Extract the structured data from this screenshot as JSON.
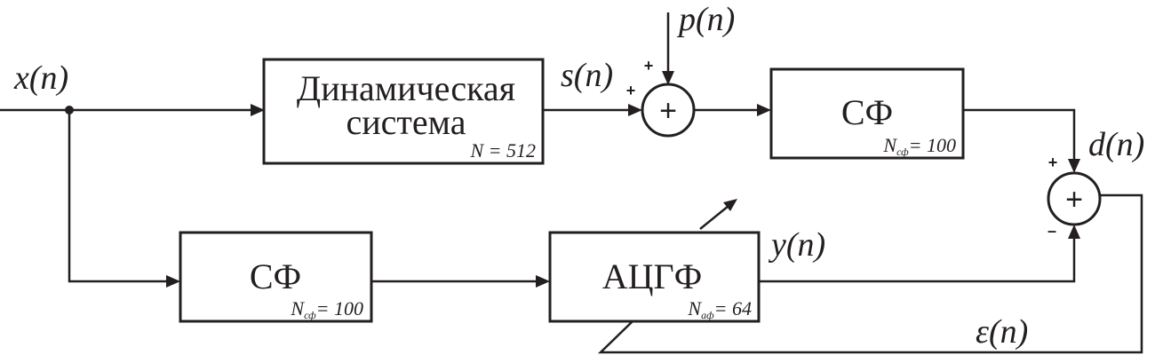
{
  "blocks": {
    "dynamic_system": {
      "line1": "Динамическая",
      "line2": "система",
      "param": "N = 512"
    },
    "sf_top": {
      "label": "СФ",
      "param_sym": "N",
      "param_sub": "сф",
      "param_val": "= 100"
    },
    "sf_bottom": {
      "label": "СФ",
      "param_sym": "N",
      "param_sub": "сф",
      "param_val": "= 100"
    },
    "adaptive_filter": {
      "label": "АЦГФ",
      "param_sym": "N",
      "param_sub": "аф",
      "param_val": "= 64"
    }
  },
  "summers": {
    "top": {
      "symbol": "+",
      "sign_top": "+",
      "sign_left": "+"
    },
    "right": {
      "symbol": "+",
      "sign_top": "+",
      "sign_bottom": "–"
    }
  },
  "signals": {
    "x": "x(n)",
    "s": "s(n)",
    "p": "p(n)",
    "d": "d(n)",
    "y": "y(n)",
    "e": "ε(n)"
  },
  "colors": {
    "ink": "#231f20",
    "background": "#ffffff"
  }
}
